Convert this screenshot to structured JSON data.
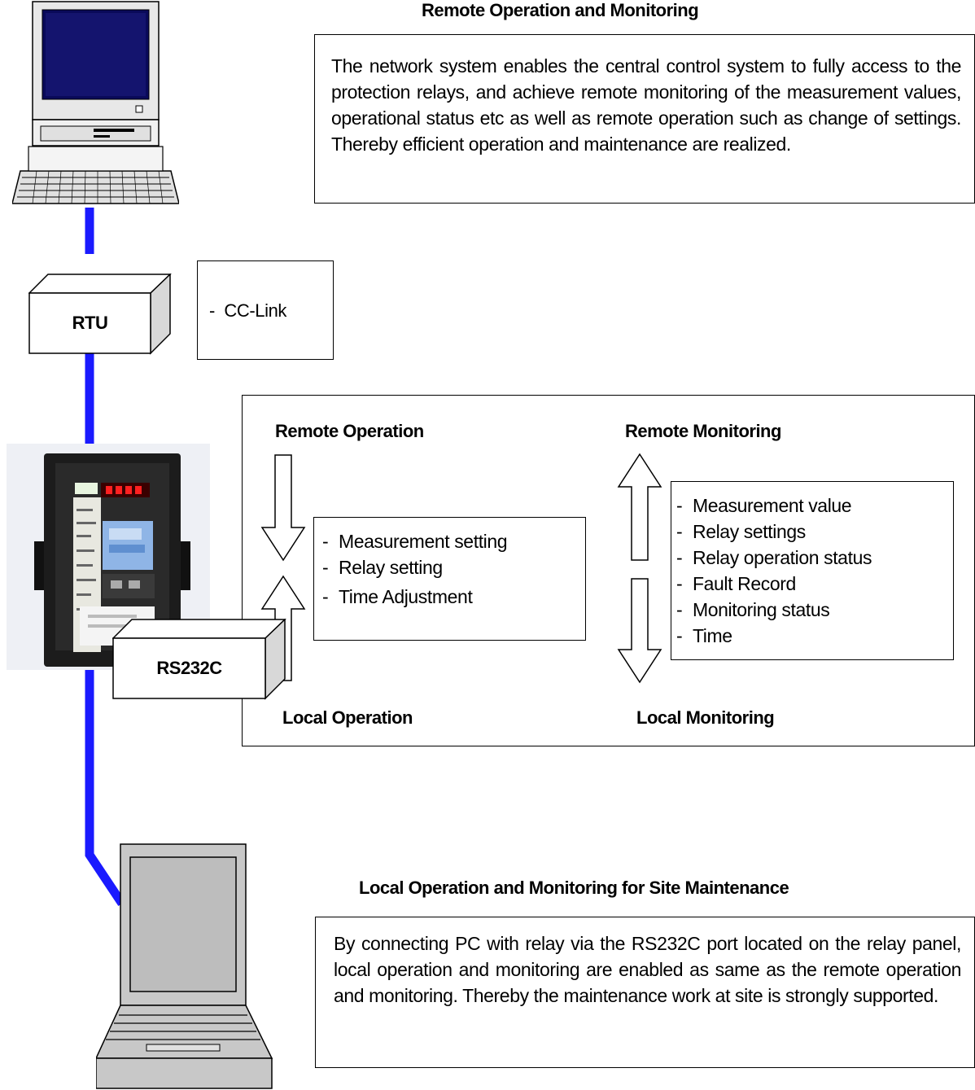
{
  "remote_section": {
    "title": "Remote Operation and Monitoring",
    "description": "The network system enables the central control  system to fully access to the protection relays, and achieve remote monitoring of the measurement values, operational status etc as well as remote operation such as change of settings. Thereby efficient operation and maintenance are realized."
  },
  "rtu": {
    "label": "RTU",
    "note": "CC-Link"
  },
  "functions_panel": {
    "remote_operation": "Remote Operation",
    "local_operation": "Local Operation",
    "remote_monitoring": "Remote Monitoring",
    "local_monitoring": "Local Monitoring",
    "operation_items": [
      "Measurement setting",
      "Relay setting",
      "Time Adjustment"
    ],
    "monitoring_items": [
      "Measurement value",
      "Relay settings",
      "Relay operation status",
      "Fault Record",
      "Monitoring status",
      "Time"
    ]
  },
  "rs232c": {
    "label": "RS232C"
  },
  "local_section": {
    "title": "Local Operation and Monitoring for Site Maintenance",
    "description": "By connecting PC with relay via the RS232C port located on the relay panel, local operation and monitoring are enabled as same as the remote operation and monitoring. Thereby the maintenance work at site is strongly supported."
  },
  "colors": {
    "network_line": "#1a1aff",
    "relay_body": "#1c1c1c",
    "monitor_screen": "#101060"
  }
}
